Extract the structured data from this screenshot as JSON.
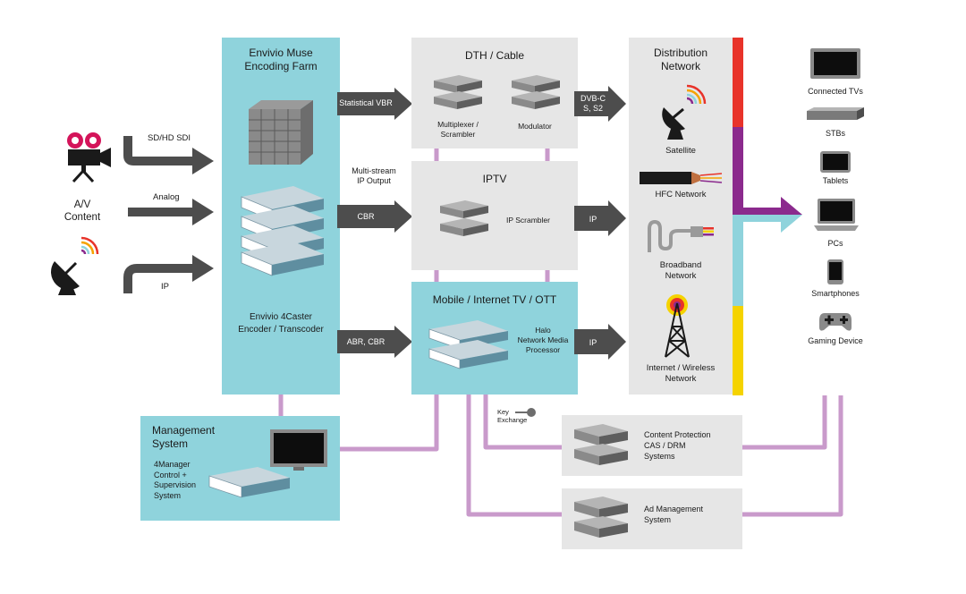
{
  "sources": {
    "av_content": "A/V\nContent",
    "sd_hd_sdi": "SD/HD SDI",
    "analog": "Analog",
    "ip": "IP"
  },
  "encoding_farm": {
    "title": "Envivio Muse\nEncoding Farm",
    "encoder_label": "Envivio 4Caster\nEncoder / Transcoder",
    "multistream": "Multi-stream\nIP Output"
  },
  "arrows": {
    "statistical_vbr": "Statistical VBR",
    "cbr": "CBR",
    "abr_cbr": "ABR, CBR",
    "dvb": "DVB-C\nS, S2",
    "ip1": "IP",
    "ip2": "IP"
  },
  "dth": {
    "title": "DTH / Cable",
    "multiplexer": "Multiplexer /\nScrambler",
    "modulator": "Modulator"
  },
  "iptv": {
    "title": "IPTV",
    "scrambler": "IP Scrambler"
  },
  "mobile": {
    "title": "Mobile / Internet TV / OTT",
    "halo": "Halo\nNetwork Media\nProcessor"
  },
  "distribution": {
    "title": "Distribution\nNetwork",
    "satellite": "Satellite",
    "hfc": "HFC Network",
    "broadband": "Broadband\nNetwork",
    "internet": "Internet / Wireless\nNetwork"
  },
  "devices": {
    "connected_tvs": "Connected TVs",
    "stbs": "STBs",
    "tablets": "Tablets",
    "pcs": "PCs",
    "smartphones": "Smartphones",
    "gaming": "Gaming Device"
  },
  "management": {
    "title": "Management\nSystem",
    "sub": "4Manager\nControl +\nSupervision\nSystem"
  },
  "key_exchange": "Key\nExchange",
  "content_protection": "Content Protection\nCAS / DRM\nSystems",
  "ad_management": "Ad Management\nSystem",
  "colors": {
    "teal": "#8fd3dc",
    "grey": "#e6e6e6",
    "arrow": "#4d4d4d",
    "connector": "#c99acb",
    "purple": "#8b2a8d",
    "red": "#e8332a",
    "yellow": "#f5d300",
    "device_blue": "#4e8fa3"
  }
}
